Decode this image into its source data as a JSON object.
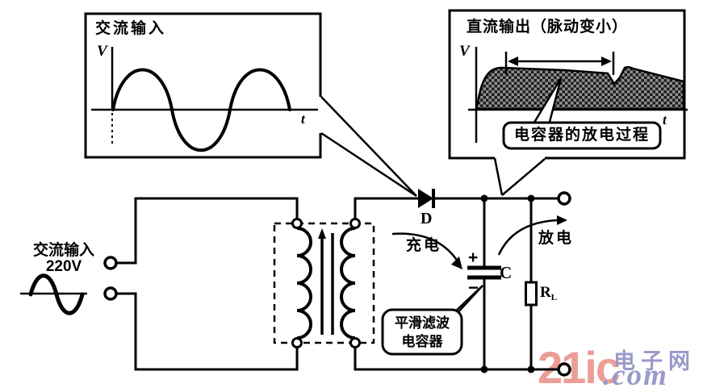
{
  "diagram": {
    "ac_box": {
      "title": "交流输入",
      "y_label": "V",
      "x_label": "t"
    },
    "dc_box": {
      "title": "直流输出（脉动变小）",
      "y_label": "V",
      "x_label": "t",
      "callout": "电容器的放电过程"
    },
    "source": {
      "line1": "交流输入",
      "line2": "220V"
    },
    "labels": {
      "diode": "D",
      "charge": "充电",
      "discharge": "放电",
      "cap_plus": "+",
      "cap_minus": "−",
      "capacitor": "C",
      "load": "R",
      "load_sub": "L"
    },
    "smoothing_callout": {
      "line1": "平滑滤波",
      "line2": "电容器"
    }
  },
  "watermark": {
    "brand": "21ic",
    "site": "电子网",
    "suffix": ".com",
    "brand_color": "#ec9e96",
    "accent_color": "#9a99cb"
  },
  "colors": {
    "ink": "#000000",
    "background": "#ffffff"
  }
}
